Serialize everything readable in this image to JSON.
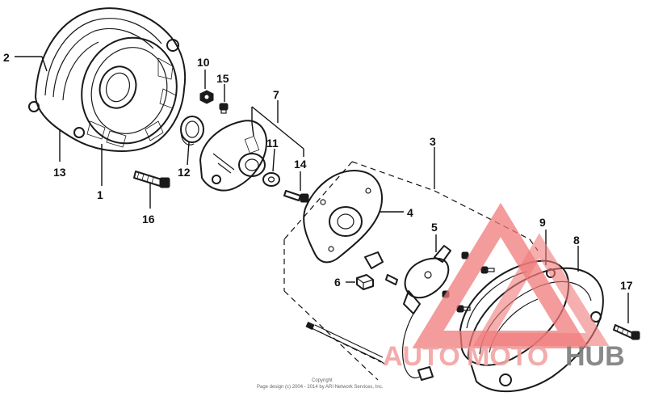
{
  "diagram": {
    "callouts": [
      {
        "id": "2",
        "label": "2"
      },
      {
        "id": "13",
        "label": "13"
      },
      {
        "id": "1",
        "label": "1"
      },
      {
        "id": "10",
        "label": "10"
      },
      {
        "id": "15",
        "label": "15"
      },
      {
        "id": "12",
        "label": "12"
      },
      {
        "id": "16",
        "label": "16"
      },
      {
        "id": "7",
        "label": "7"
      },
      {
        "id": "11",
        "label": "11"
      },
      {
        "id": "14",
        "label": "14"
      },
      {
        "id": "3",
        "label": "3"
      },
      {
        "id": "4",
        "label": "4"
      },
      {
        "id": "5",
        "label": "5"
      },
      {
        "id": "6",
        "label": "6"
      },
      {
        "id": "9",
        "label": "9"
      },
      {
        "id": "8",
        "label": "8"
      },
      {
        "id": "17",
        "label": "17"
      }
    ],
    "watermark": {
      "part1": "AUTO",
      "part2": "MOTO",
      "part3": "HUB"
    },
    "copyright": {
      "line1": "Copyright",
      "line2": "Page design (c) 2004 - 2014 by ARI Network Services, Inc."
    }
  }
}
